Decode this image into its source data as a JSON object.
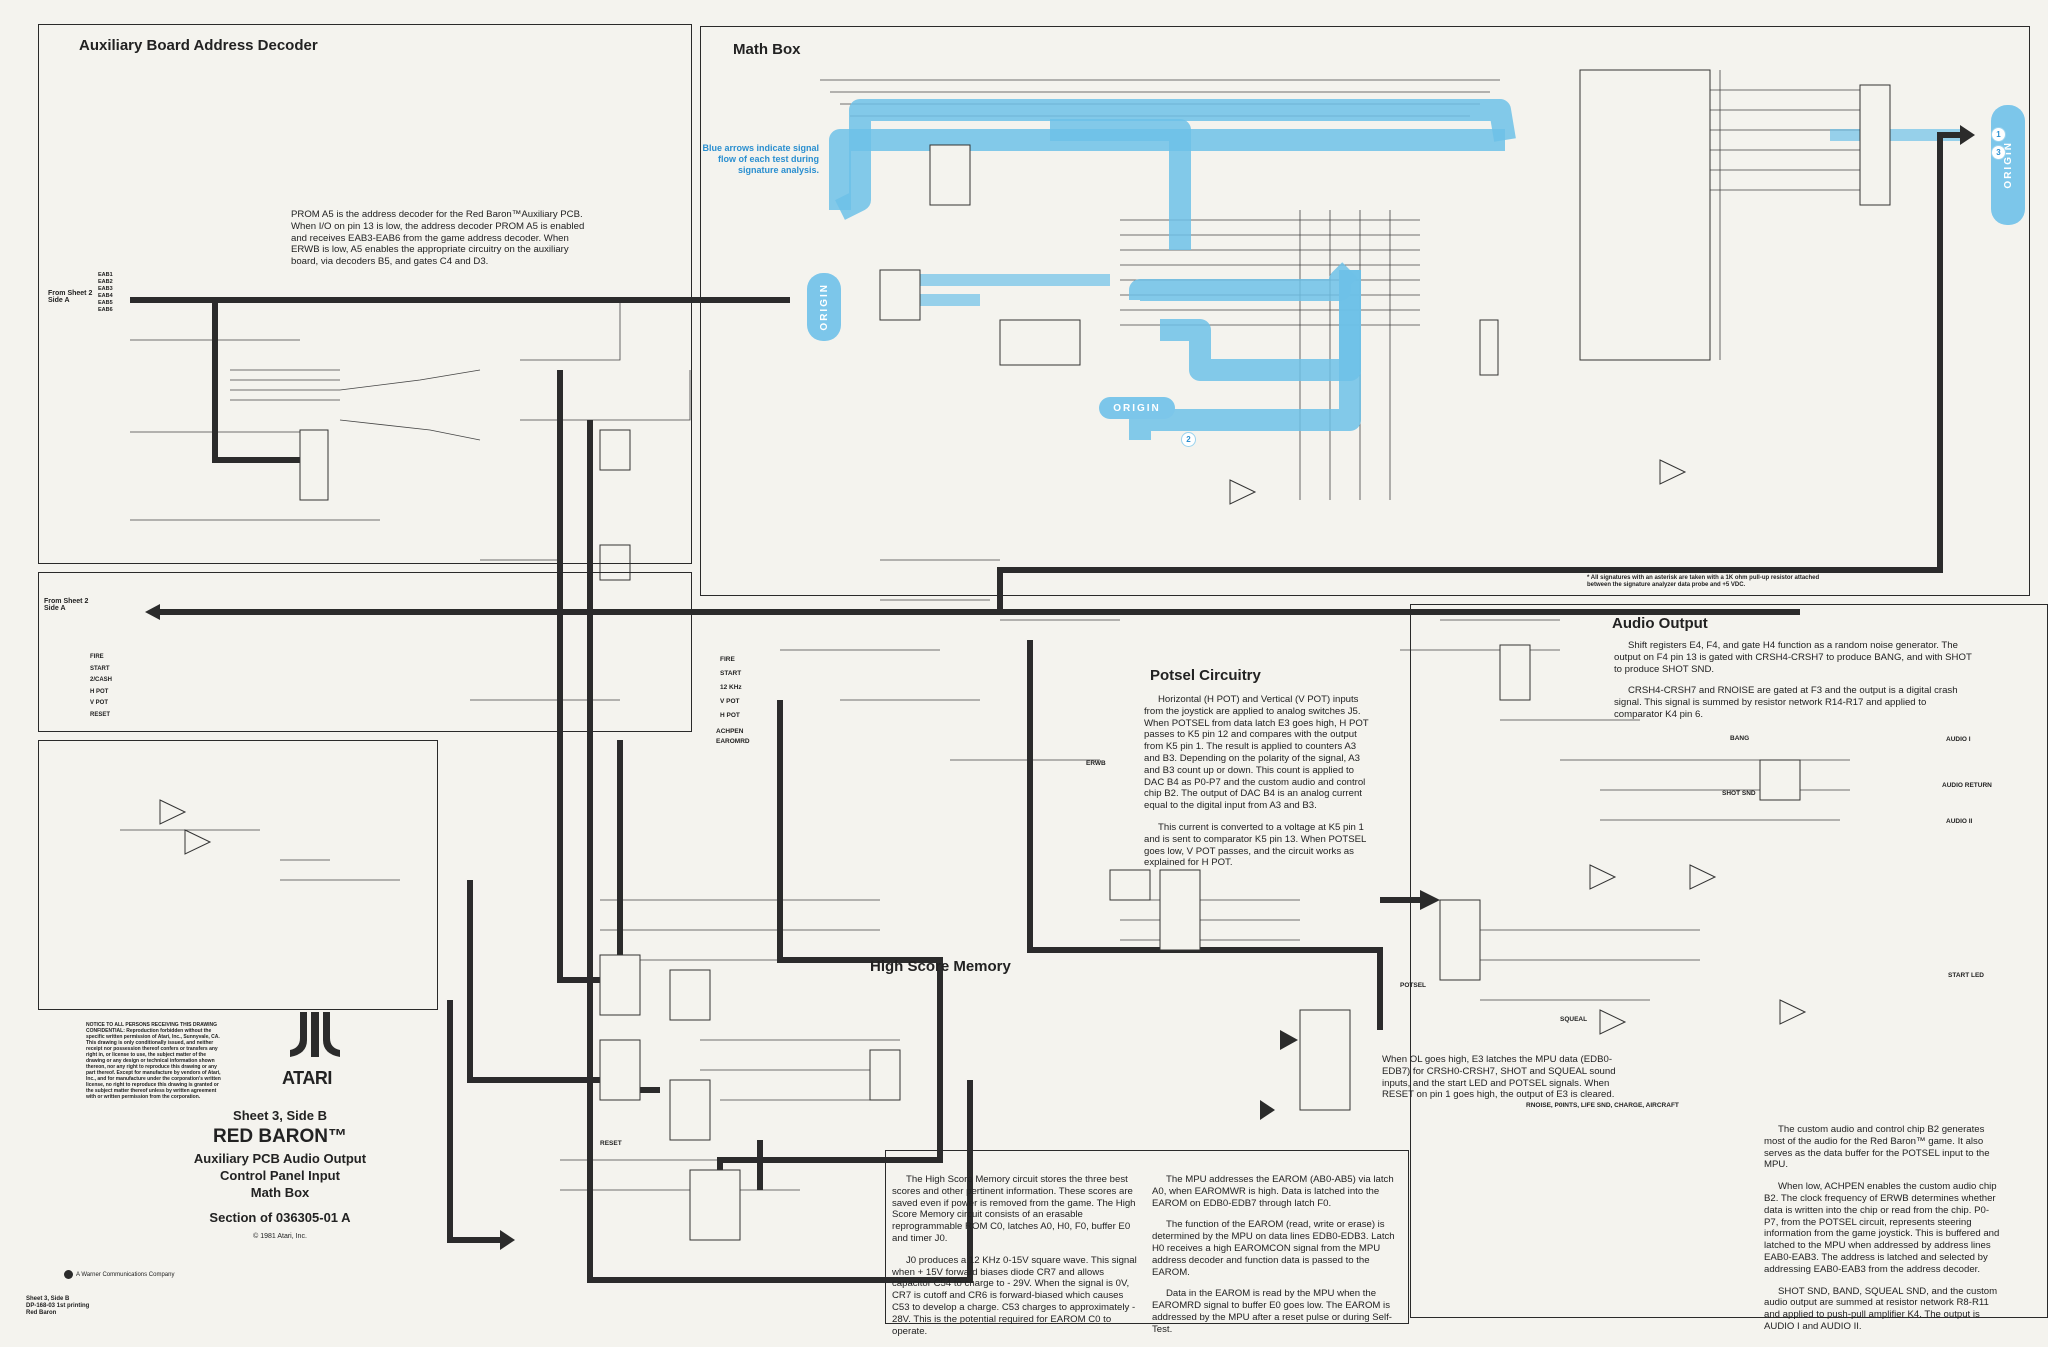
{
  "panels": {
    "aux": {
      "title": "Auxiliary Board Address Decoder",
      "body": "PROM A5 is the address decoder for the Red Baron™Auxiliary PCB. When I/O on pin 13 is low, the address decoder PROM A5 is enabled and receives EAB3-EAB6 from the game address decoder. When ERWB is low, A5 enables the appropriate circuitry on the auxiliary board, via decoders B5, and gates C4 and D3."
    },
    "math": {
      "title": "Math Box",
      "blue_note": "Blue arrows indicate signal flow of each test during signature analysis.",
      "asterisk_note": "* All signatures with an asterisk are taken with a 1K ohm pull-up resistor attached between the signature analyzer data probe and +5 VDC.",
      "origin": "ORIGIN"
    },
    "audio": {
      "title": "Audio Output",
      "p1": "Shift registers E4, F4, and gate H4 function as a random noise generator. The output on F4 pin 13 is gated with CRSH4-CRSH7 to produce BANG, and with SHOT to produce SHOT SND.",
      "p2": "CRSH4-CRSH7 and RNOISE are gated at F3 and the output is a digital crash signal. This signal is summed by resistor network R14-R17 and applied to comparator K4 pin 6."
    },
    "potsel": {
      "title": "Potsel Circuitry",
      "p1": "Horizontal (H POT) and Vertical (V POT) inputs from the joystick are applied to analog switches J5. When POTSEL from data latch E3 goes high, H POT passes to K5 pin 12 and compares with the output from K5 pin 1. The result is applied to counters A3 and B3. Depending on the polarity of the signal, A3 and B3 count up or down. This count is applied to DAC B4 as P0-P7 and the custom audio and control chip B2. The output of DAC B4 is an analog current equal to the digital input from A3 and B3.",
      "p2": "This current is converted to a voltage at K5 pin 1 and is sent to comparator K5 pin 13. When POTSEL goes low, V POT passes, and the circuit works as explained for H POT."
    },
    "e3note": "When OL goes high, E3 latches the MPU data (EDB0-EDB7) for CRSH0-CRSH7, SHOT and SQUEAL sound inputs, and the start LED and POTSEL signals. When RESET on pin 1 goes high, the output of E3 is cleared.",
    "hsm": {
      "title": "High Score Memory",
      "p1": "The High Score Memory circuit stores the three best scores and other pertinent information. These scores are saved even if power is removed from the game. The High Score Memory circuit consists of an erasable reprogrammable ROM C0, latches A0, H0, F0, buffer E0 and timer J0.",
      "p2": "J0 produces a 12 KHz 0-15V square wave. This signal when + 15V forward biases diode CR7 and allows capacitor C54 to charge to - 29V. When the signal is 0V, CR7 is cutoff and CR6 is forward-biased which causes C53 to develop a charge. C53 charges to approximately - 28V. This is the potential required for EAROM C0 to operate."
    },
    "earom": {
      "p1": "The MPU addresses the EAROM (AB0-AB5) via latch A0, when EAROMWR is high. Data is latched into the EAROM on EDB0-EDB7 through latch F0.",
      "p2": "The function of the EAROM (read, write or erase) is determined by the MPU on data lines EDB0-EDB3. Latch H0 receives a high EAROMCON signal from the MPU address decoder and function data is passed to the EAROM.",
      "p3": "Data in the EAROM is read by the MPU when the EAROMRD signal to buffer E0 goes low. The EAROM is addressed by the MPU after a reset pulse or during Self-Test."
    },
    "custom": {
      "p1": "The custom audio and control chip B2 generates most of the audio for the Red Baron™ game. It also serves as the data buffer for the POTSEL input to the MPU.",
      "p2": "When low, ACHPEN enables the custom audio chip B2. The clock frequency of ERWB determines whether data is written into the chip or read from the chip. P0-P7, from the POTSEL circuit, represents steering information from the game joystick. This is buffered and latched to the MPU when addressed by address lines EAB0-EAB3. The address is latched and selected by addressing EAB0-EAB3 from the address decoder.",
      "p3": "SHOT SND, BAND, SQUEAL SND, and the custom audio output are summed at resistor network R8-R11 and applied to push-pull amplifier K4. The output is AUDIO I and AUDIO II."
    }
  },
  "from_sheet_1": {
    "line1": "From Sheet 2",
    "line2": "Side A"
  },
  "from_sheet_2": {
    "line1": "From Sheet 2",
    "line2": "Side A"
  },
  "inputs": [
    "EAB1",
    "EAB2",
    "EAB3",
    "EAB4",
    "EAB5",
    "EAB6"
  ],
  "control_inputs": [
    "FIRE",
    "START",
    "2/CASH",
    "H POT",
    "V POT",
    "RESET"
  ],
  "signals": {
    "fire": "FIRE",
    "start": "START",
    "twelve_khz": "12 KHz",
    "vpot": "V POT",
    "hpot": "H POT",
    "achpen": "ACHPEN",
    "earomrd": "EAROMRD",
    "erwb": "ERWB",
    "reset": "RESET",
    "potsel": "POTSEL",
    "bang": "BANG",
    "shot_snd": "SHOT SND",
    "audio1": "AUDIO I",
    "audio2": "AUDIO II",
    "audio_return": "AUDIO RETURN",
    "start_led": "START LED",
    "squeal": "SQUEAL",
    "crash": "RNOISE, P0INTS, LIFE SND, CHARGE, AIRCRAFT"
  },
  "legal": "NOTICE TO ALL PERSONS RECEIVING THIS DRAWING CONFIDENTIAL: Reproduction forbidden without the specific written permission of Atari, Inc., Sunnyvale, CA. This drawing is only conditionally issued, and neither receipt nor possession thereof confers or transfers any right in, or license to use, the subject matter of the drawing or any design or technical information shown thereon, nor any right to reproduce this drawing or any part thereof. Except for manufacture by vendors of Atari, Inc., and for manufacture under the corporation's written license, no right to reproduce this drawing is granted or the subject matter thereof unless by written agreement with or written permission from the corporation.",
  "logo": "ATARI",
  "sheet": {
    "side": "Sheet 3, Side B",
    "game": "RED BARON™",
    "sub1": "Auxiliary PCB Audio Output",
    "sub2": "Control Panel Input",
    "sub3": "Math Box",
    "section": "Section of 036305-01   A",
    "copyright": "© 1981 Atari, Inc.",
    "warner": "A Warner Communications Company"
  },
  "footer": {
    "line1": "Sheet 3, Side B",
    "line2": "DP-168-03   1st printing",
    "line3": "Red Baron"
  },
  "bubbles": [
    "1",
    "2",
    "3"
  ],
  "colors": {
    "signal_blue": "#6dc1e8",
    "bus": "#2b2b2b",
    "paper": "#f4f3ee"
  }
}
